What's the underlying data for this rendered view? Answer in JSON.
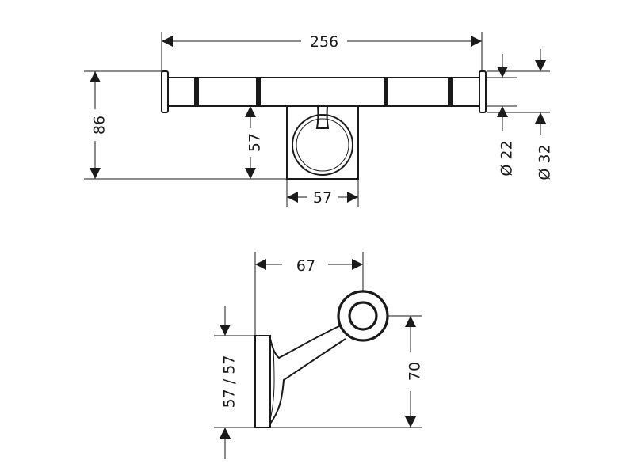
{
  "top_view": {
    "overall_length": "256",
    "height": "86",
    "bracket_height": "57",
    "bracket_width": "57",
    "diameter_inner": "Ø 22",
    "diameter_outer": "Ø 32"
  },
  "side_view": {
    "projection": "67",
    "height": "70",
    "plate_height": "57 / 57"
  }
}
